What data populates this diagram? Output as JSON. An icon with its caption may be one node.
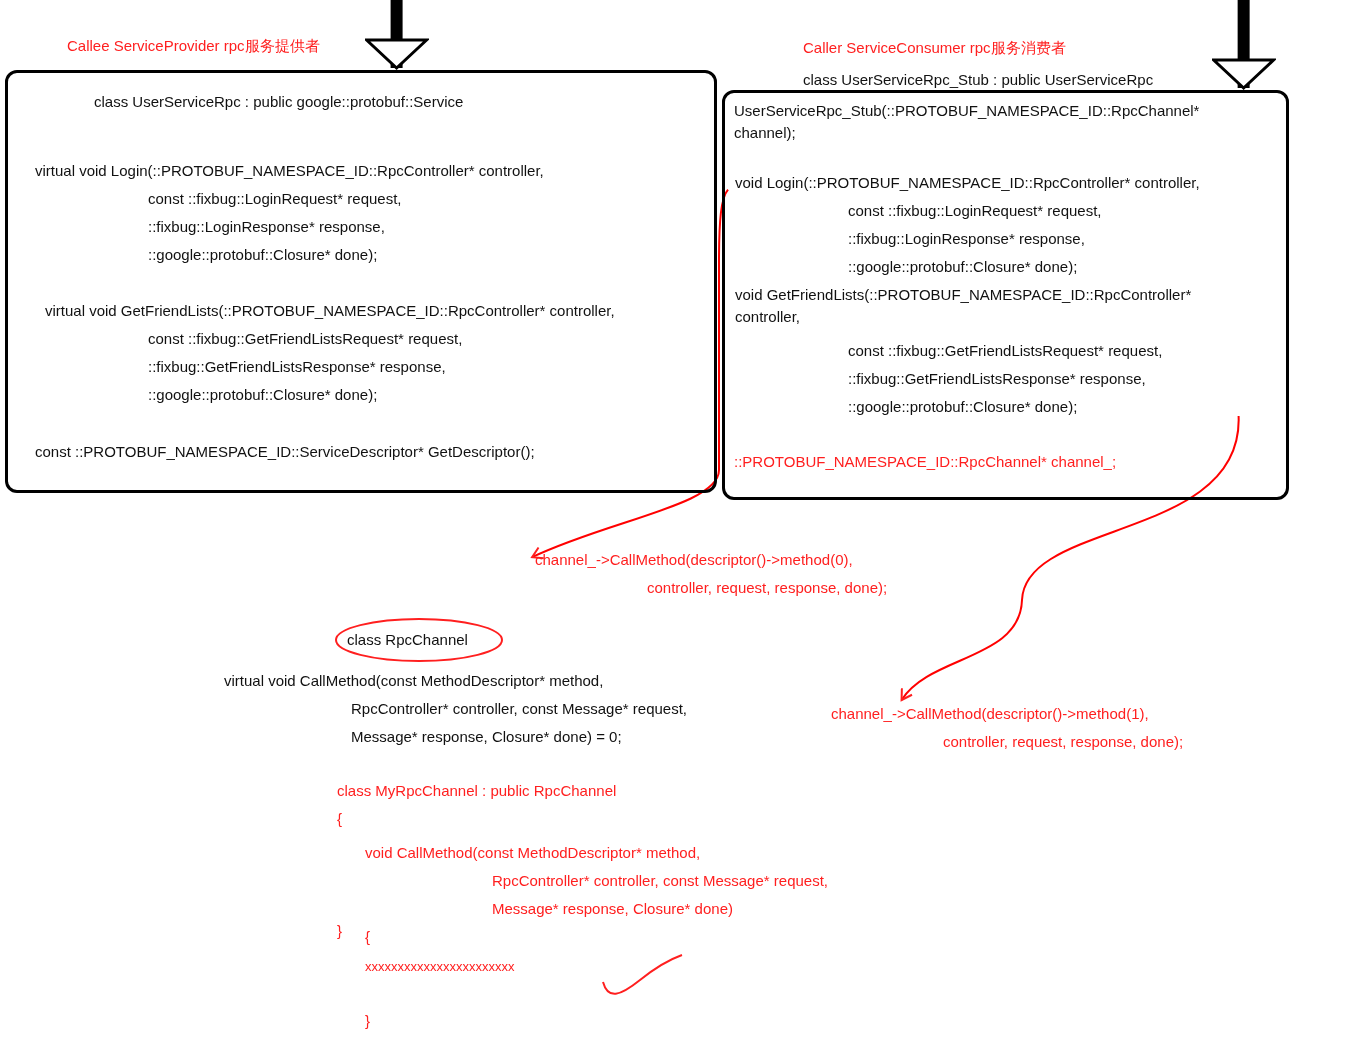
{
  "diagram": {
    "nodes": [
      {
        "text": [
          "Callee ServiceProvider rpc服务提供者",
          "class UserServiceRpc : public google::protobuf::Service",
          "virtual void Login(::PROTOBUF_NAMESPACE_ID::RpcController* controller,",
          "const ::fixbug::LoginRequest* request,",
          "::fixbug::LoginResponse* response,",
          "::google::protobuf::Closure* done);",
          "virtual void GetFriendLists(::PROTOBUF_NAMESPACE_ID::RpcController* controller,",
          "const ::fixbug::GetFriendListsRequest* request,",
          "::fixbug::GetFriendListsResponse* response,",
          "::google::protobuf::Closure* done);",
          "const ::PROTOBUF_NAMESPACE_ID::ServiceDescriptor* GetDescriptor();"
        ]
      },
      {
        "text": [
          "Caller ServiceConsumer rpc服务消费者",
          "class UserServiceRpc_Stub : public UserServiceRpc",
          "UserServiceRpc_Stub(::PROTOBUF_NAMESPACE_ID::RpcChannel* channel);",
          "::PROTOBUF_NAMESPACE_ID::RpcChannel* channel_;"
        ]
      },
      {
        "text": [
          "void Login(::PROTOBUF_NAMESPACE_ID::RpcController* controller,",
          "const ::fixbug::LoginRequest* request,",
          "::fixbug::LoginResponse* response,",
          "::google::protobuf::Closure* done);"
        ],
        "in": 1
      },
      {
        "text": [
          "void GetFriendLists(::PROTOBUF_NAMESPACE_ID::RpcController* controller,",
          "const ::fixbug::GetFriendListsRequest* request,",
          "::fixbug::GetFriendListsResponse* response,",
          "::google::protobuf::Closure* done);"
        ],
        "in": 1
      },
      {
        "text": [
          "channel_->CallMethod(descriptor()->method(0),",
          "controller, request, response, done);"
        ]
      },
      {
        "text": [
          "channel_->CallMethod(descriptor()->method(1),",
          "controller, request, response, done);"
        ]
      },
      {
        "text": [
          "class RpcChannel"
        ]
      }
    ],
    "edges": [
      {
        "from": null,
        "to": 0,
        "arrow": "to",
        "style": "thick",
        "color": "#000000"
      },
      {
        "from": null,
        "to": 1,
        "arrow": "to",
        "style": "thick",
        "color": "#000000"
      },
      {
        "from": 2,
        "to": 4,
        "arrow": "to",
        "color": "#ff0000"
      },
      {
        "from": 3,
        "to": 5,
        "arrow": "to",
        "color": "#ff0000"
      }
    ],
    "labels": [
      "virtual void CallMethod(const MethodDescriptor* method,",
      "RpcController* controller, const Message* request,",
      "Message* response, Closure* done) = 0;",
      "class MyRpcChannel : public RpcChannel",
      "{",
      "void CallMethod(const MethodDescriptor* method,",
      "RpcController* controller, const Message* request,",
      "Message* response, Closure* done)",
      "}",
      "{",
      "xxxxxxxxxxxxxxxxxxxxxxx",
      "}"
    ]
  }
}
